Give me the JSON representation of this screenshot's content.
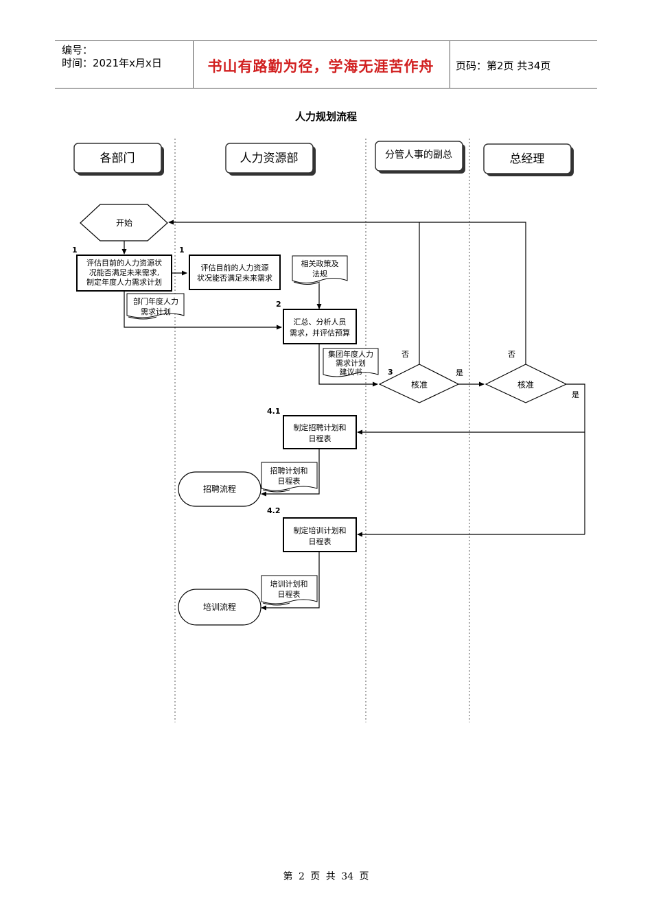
{
  "header": {
    "code_label": "编号：",
    "time_label": "时间：2021年x月x日",
    "motto": "书山有路勤为径，学海无涯苦作舟",
    "page_info": "页码：第2页  共34页"
  },
  "title": "人力规划流程",
  "lanes": [
    "各部门",
    "人力资源部",
    "分管人事的副总",
    "总经理"
  ],
  "nodes": {
    "start": "开始",
    "dept_assess": [
      "评估目前的人力资源状",
      "况能否满足未来需求,",
      "制定年度人力需求计划"
    ],
    "hr_assess": [
      "评估目前的人力资源",
      "状况能否满足未来需求"
    ],
    "policy_doc": [
      "相关政策及",
      "法规"
    ],
    "dept_plan_doc": [
      "部门年度人力",
      "需求计划"
    ],
    "summarize": [
      "汇总、分析人员",
      "需求，并评估预算"
    ],
    "group_plan_doc": [
      "集团年度人力",
      "需求计划",
      "建议书"
    ],
    "approve_vp": "核准",
    "approve_gm": "核准",
    "recruit_plan": [
      "制定招聘计划和",
      "日程表"
    ],
    "recruit_doc": [
      "招聘计划和",
      "日程表"
    ],
    "recruit_flow": "招聘流程",
    "train_plan": [
      "制定培训计划和",
      "日程表"
    ],
    "train_doc": [
      "培训计划和",
      "日程表"
    ],
    "train_flow": "培训流程"
  },
  "step_labels": {
    "s1a": "1",
    "s1b": "1",
    "s2": "2",
    "s3": "3",
    "s41": "4.1",
    "s42": "4.2"
  },
  "edge_labels": {
    "no_vp": "否",
    "yes_vp": "是",
    "no_gm": "否",
    "yes_gm": "是"
  },
  "footer": "第 2 页 共 34 页"
}
